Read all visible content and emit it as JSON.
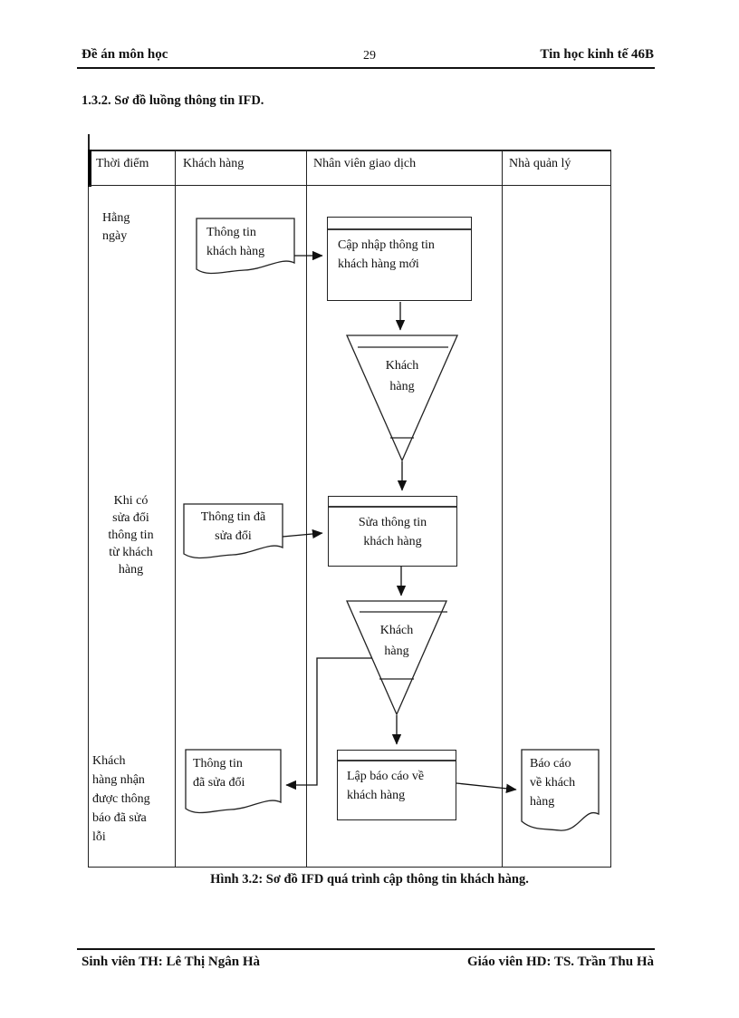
{
  "colors": {
    "ink": "#111111",
    "paper": "#ffffff"
  },
  "header": {
    "course": "Đề án môn học",
    "page_number": "29",
    "class_name": "Tin học kinh tế 46B"
  },
  "section_heading": "1.3.2. Sơ đồ luồng thông tin IFD.",
  "diagram": {
    "column_headers": [
      "Thời điểm",
      "Khách hàng",
      "Nhân viên giao dịch",
      "Nhà quản lý"
    ],
    "time_labels": {
      "row1": "Hằng\nngày",
      "row2": "Khi có\nsửa đổi\nthông tin\ntừ khách\nhàng",
      "row3": "Khách\nhàng nhận\nđược thông\nbáo đã sửa\nlỗi"
    },
    "documents": {
      "customer_info": "Thông tin\nkhách hàng",
      "edited_info": "Thông tin đã\nsửa đổi",
      "edited_info_returned": "Thông tin\nđã sửa đổi",
      "customer_report": "Báo cáo\nvề khách\nhàng"
    },
    "processes": {
      "update_new_customer": "Cập nhập thông tin\nkhách hàng mới",
      "edit_customer": "Sửa thông tin\nkhách hàng",
      "make_report": "Lập báo cáo về\nkhách hàng"
    },
    "datastores": {
      "customer_store_1": "Khách\nhàng",
      "customer_store_2": "Khách\nhàng"
    }
  },
  "caption": "Hình 3.2: Sơ đồ IFD quá trình cập thông tin khách hàng.",
  "footer": {
    "student": "Sinh viên TH: Lê Thị Ngân Hà",
    "advisor": "Giáo viên HD: TS. Trần Thu Hà"
  }
}
